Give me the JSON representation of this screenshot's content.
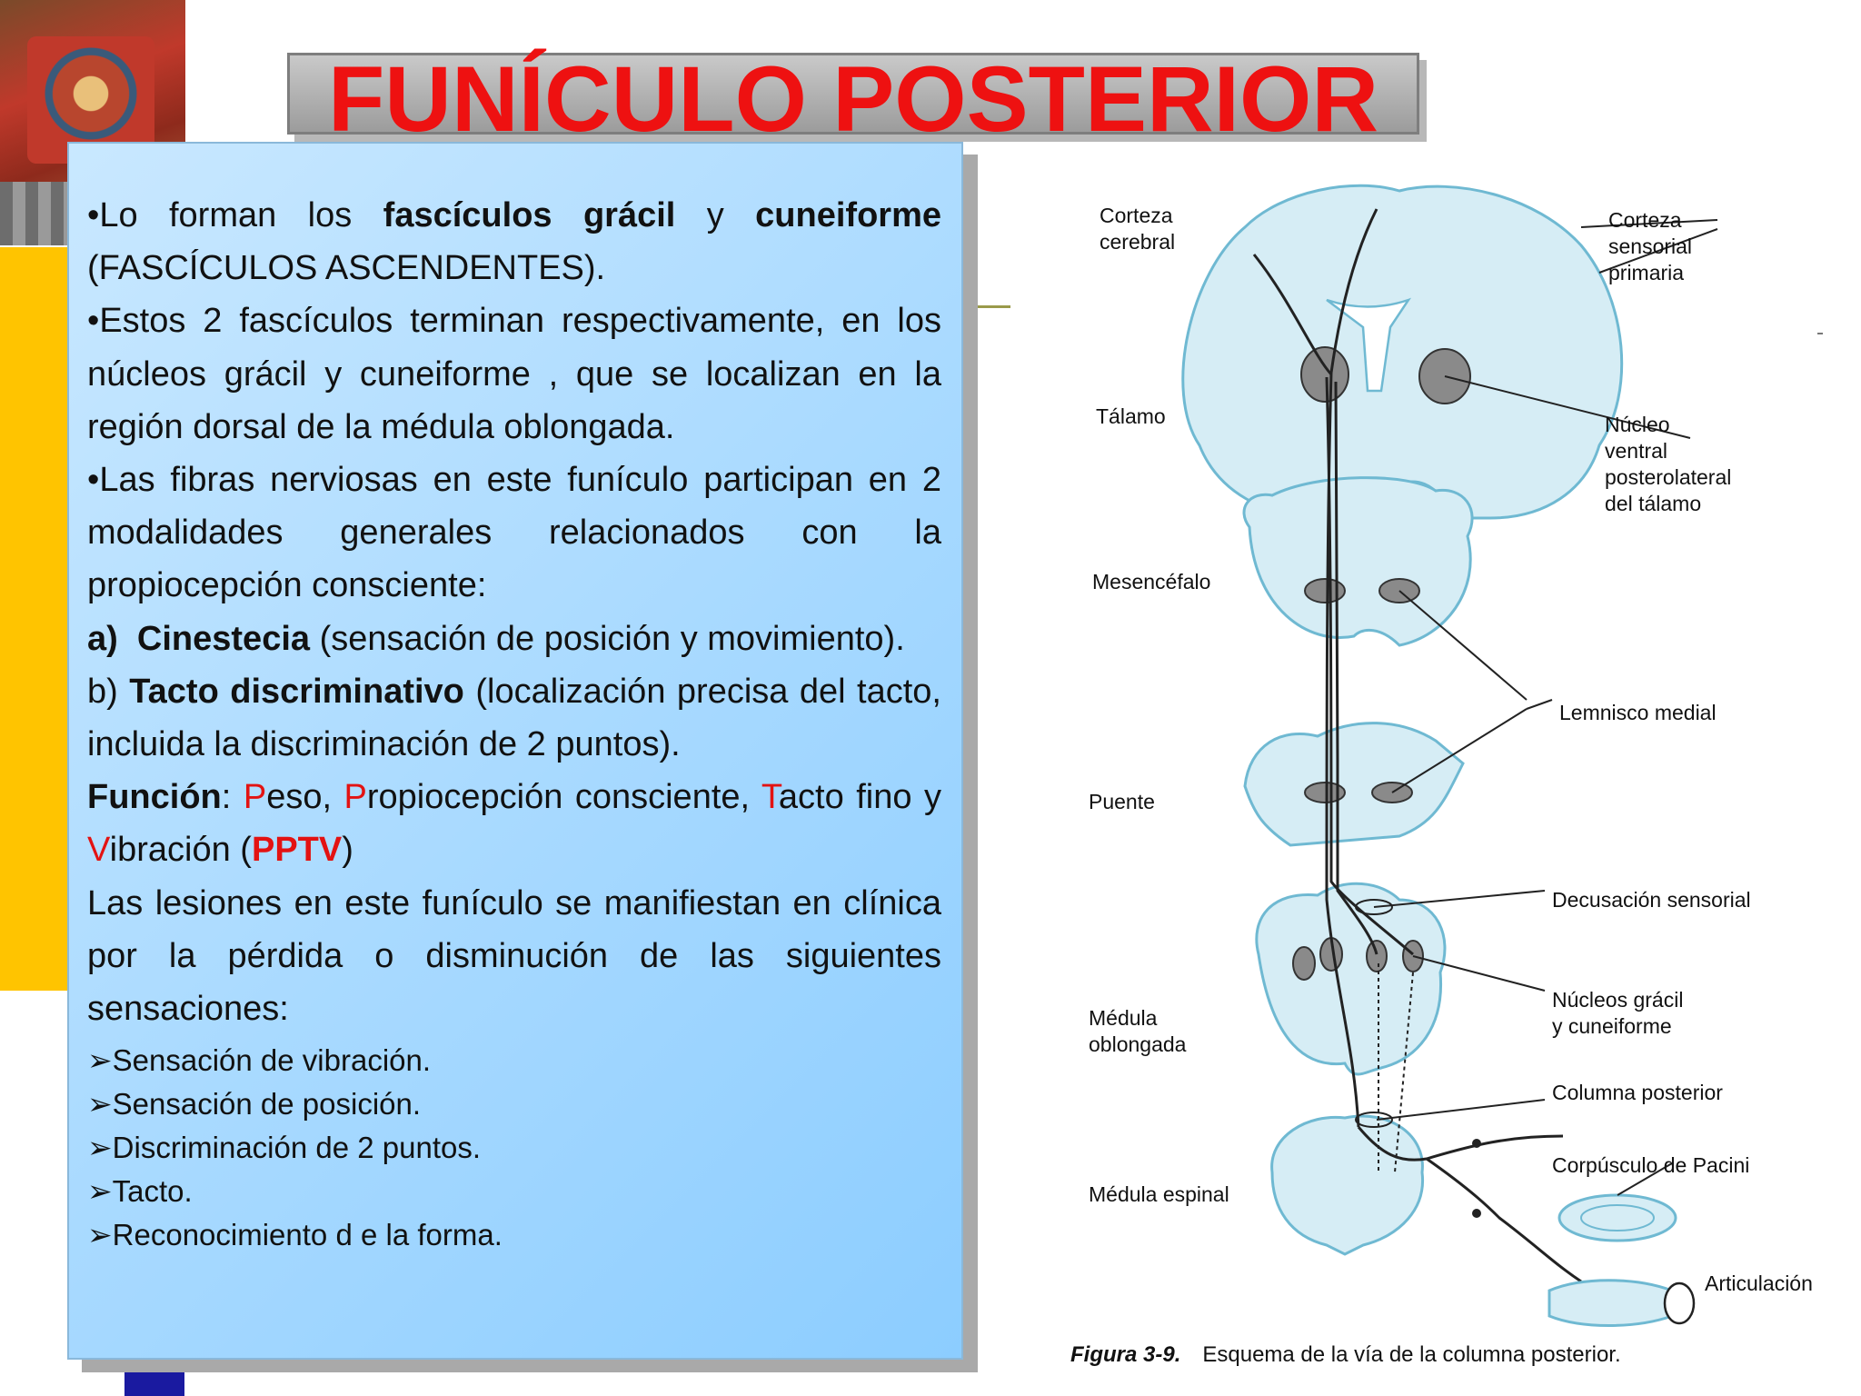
{
  "title": "FUNÍCULO POSTERIOR",
  "content": {
    "p1": {
      "t1": "Lo forman los ",
      "b1": "fascículos grácil",
      "t2": " y ",
      "b2": "cuneiforme",
      "t3": " (FASCÍCULOS  ASCENDENTES)."
    },
    "p2": "Estos 2 fascículos terminan respectivamente, en los núcleos grácil y cuneiforme , que se localizan en la región dorsal de la médula oblongada.",
    "p3": "Las fibras nerviosas en este funículo participan en 2 modalidades generales relacionados con la propiocepción consciente:",
    "pa": {
      "marker": "a)",
      "term": "Cinestecia",
      "text": " (sensación de posición y movimiento)."
    },
    "pb": {
      "marker": "b) ",
      "term": "Tacto discriminativo",
      "text": " (localización precisa del tacto, incluida la discriminación de 2 puntos)."
    },
    "funcion": {
      "label": "Función",
      "colon": ": ",
      "parts": [
        {
          "l": "P",
          "r": "eso, "
        },
        {
          "l": "P",
          "r": "ropiocepción consciente, "
        },
        {
          "l": "T",
          "r": "acto fino y "
        },
        {
          "l": "V",
          "r": "ibración ("
        }
      ],
      "acronym": "PPTV",
      "close": ")"
    },
    "lesiones": "Las lesiones en este funículo se manifiestan en clínica por la pérdida o disminución de las siguientes sensaciones:",
    "list": [
      "Sensación de vibración.",
      "Sensación de posición.",
      "Discriminación de 2 puntos.",
      "Tacto.",
      "Reconocimiento d e la forma."
    ]
  },
  "figure": {
    "labels": {
      "corteza_cerebral": "Corteza\ncerebral",
      "corteza_sensorial": "Corteza\nsensorial\nprimaria",
      "talamo": "Tálamo",
      "nucleo_vpl": "Núcleo\nventral\nposterolateral\ndel tálamo",
      "mesencefalo": "Mesencéfalo",
      "lemnisco": "Lemnisco medial",
      "puente": "Puente",
      "decusacion": "Decusación sensorial",
      "medula_oblongada": "Médula\noblongada",
      "nucleos_gracil": "Núcleos grácil\ny cuneiforme",
      "columna_posterior": "Columna posterior",
      "medula_espinal": "Médula espinal",
      "pacini": "Corpúsculo de Pacini",
      "articulacion": "Articulación"
    },
    "caption_num": "Figura 3-9.",
    "caption_text": "Esquema de la vía de la columna posterior."
  },
  "colors": {
    "title": "#ee1111",
    "accent_red": "#e31212",
    "box_blue": "#a7d9ff",
    "tissue": "#d6edf5",
    "tissue_edge": "#6fb9d2"
  }
}
